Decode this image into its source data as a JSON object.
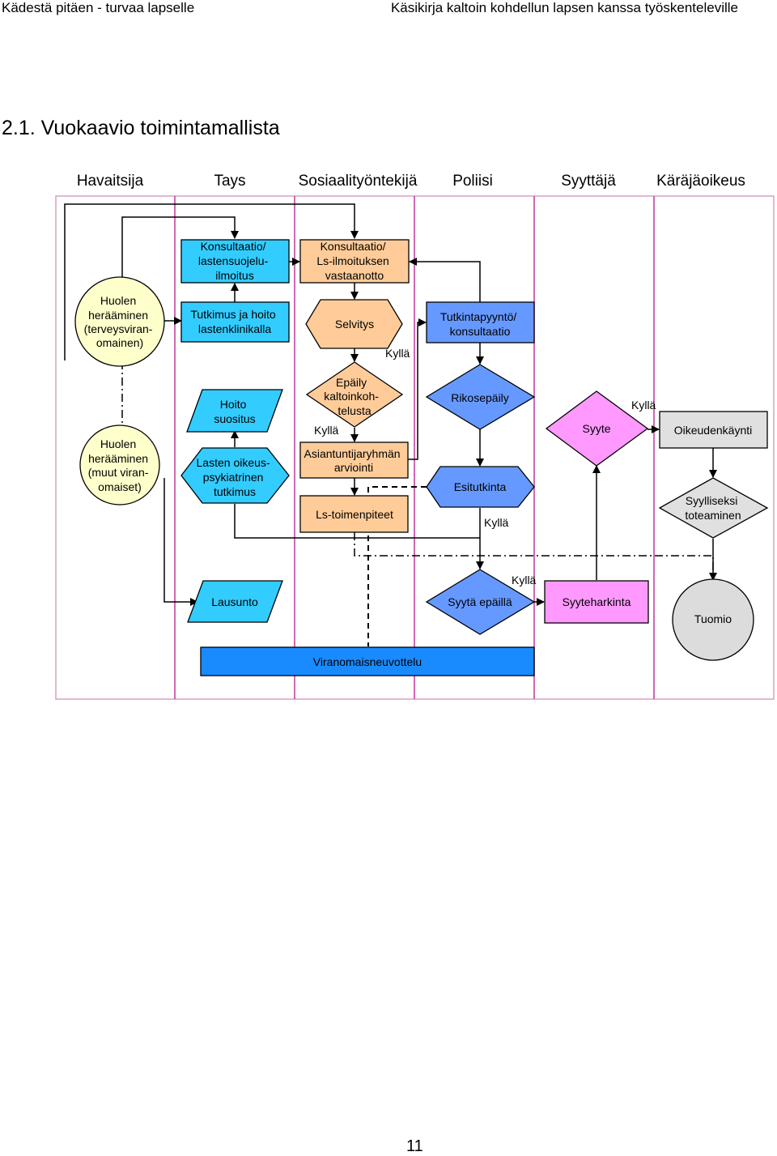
{
  "header": {
    "left": "Kädestä pitäen - turvaa lapselle",
    "right": "Käsikirja kaltoin kohdellun lapsen kanssa työskenteleville"
  },
  "title": "2.1.  Vuokaavio toimintamallista",
  "lanes": [
    "Havaitsija",
    "Tays",
    "Sosiaalityöntekijä",
    "Poliisi",
    "Syyttäjä",
    "Käräjäoikeus"
  ],
  "nodes": {
    "huolen_terveys": [
      "Huolen",
      "herääminen",
      "(terveysviran-",
      "omainen)"
    ],
    "huolen_muut": [
      "Huolen",
      "herääminen",
      "(muut viran-",
      "omaiset)"
    ],
    "konsultaatio_lastensuojelu": [
      "Konsultaatio/",
      "lastensuojelu-",
      "ilmoitus"
    ],
    "tutkimus_hoito": [
      "Tutkimus ja hoito",
      "lastenklinikalla"
    ],
    "hoito_suositus": [
      "Hoito",
      "suositus"
    ],
    "lasten_oikeuspsykiatrinen": [
      "Lasten oikeus-",
      "psykiatrinen",
      "tutkimus"
    ],
    "lausunto": "Lausunto",
    "konsultaatio_vastaanotto": [
      "Konsultaatio/",
      "Ls-ilmoituksen",
      "vastaanotto"
    ],
    "selvitys": "Selvitys",
    "epaily": [
      "Epäily",
      "kaltoinkoh-",
      "telusta"
    ],
    "asiantuntijaryhma": [
      "Asiantuntijaryhmän",
      "arviointi"
    ],
    "ls_toimenpiteet": "Ls-toimenpiteet",
    "viranomaisneuvottelu": "Viranomaisneuvottelu",
    "tutkintapyynto": [
      "Tutkintapyyntö/",
      "konsultaatio"
    ],
    "rikosepaily": "Rikosepäily",
    "esitutkinta": "Esitutkinta",
    "syyta_epailla": "Syytä epäillä",
    "syyte": "Syyte",
    "syyteharkinta": "Syyteharkinta",
    "oikeudenkaynti": "Oikeudenkäynti",
    "syylliseksi": [
      "Syylliseksi",
      "toteaminen"
    ],
    "tuomio": "Tuomio"
  },
  "edge_labels": {
    "yes": "Kyllä"
  },
  "colors": {
    "lane_line": "#c0379b",
    "frame": "#d8a0c4",
    "light_blue": "#33ccff",
    "orange": "#ffcc99",
    "mid_blue": "#6699ff",
    "dark_blue": "#1a8bff",
    "pink": "#ff99ff",
    "yellow": "#ffffcc",
    "gray": "#e0e0e0",
    "dark_gray": "#dcdcdc"
  },
  "page_number": "11"
}
